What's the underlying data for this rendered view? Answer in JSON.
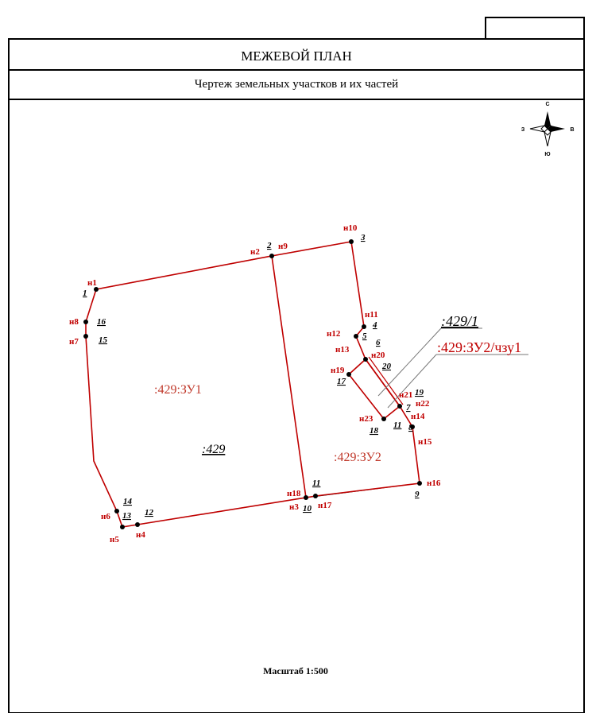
{
  "header": {
    "title": "МЕЖЕВОЙ ПЛАН",
    "subtitle": "Чертеж земельных участков и их частей"
  },
  "compass": {
    "north": "С",
    "south": "Ю",
    "west": "З",
    "east": "В"
  },
  "labels": {
    "parcel_main": ":429",
    "parcel_zu1": ":429:ЗУ1",
    "parcel_zu2": ":429:ЗУ2",
    "callout_existing": ":429/1",
    "callout_part": ":429:ЗУ2/чзу1"
  },
  "points_new": [
    "н1",
    "н2",
    "н3",
    "н4",
    "н5",
    "н6",
    "н7",
    "н8",
    "н9",
    "н10",
    "н11",
    "н12",
    "н13",
    "н14",
    "н15",
    "н16",
    "н17",
    "н18",
    "н19",
    "н20",
    "н21",
    "н22",
    "н23"
  ],
  "points_existing": [
    "1",
    "2",
    "3",
    "4",
    "5",
    "6",
    "7",
    "8",
    "9",
    "10",
    "11",
    "11",
    "12",
    "13",
    "14",
    "15",
    "16",
    "17",
    "18",
    "19",
    "20"
  ],
  "scale": "Масштаб 1:500",
  "colors": {
    "boundary_new": "#c00000",
    "boundary_existing": "#000000",
    "label_new": "#c00000"
  }
}
